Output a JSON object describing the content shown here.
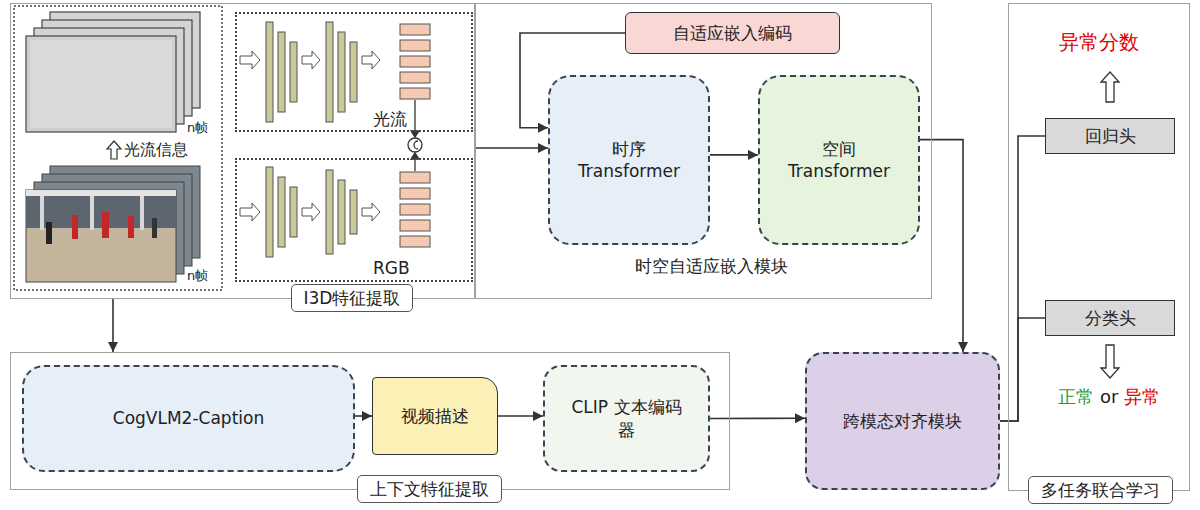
{
  "diagram": {
    "nodes": [
      {
        "text": [
          "I3D特征提取"
        ]
      },
      {
        "text": [
          "光流"
        ],
        "in": 0
      },
      {
        "text": [
          "RGB"
        ],
        "in": 0
      },
      {
        "text": [
          "时空自适应嵌入模块"
        ]
      },
      {
        "text": [
          "自适应嵌入编码"
        ],
        "in": 3
      },
      {
        "text": [
          "时序 Transformer"
        ],
        "in": 3
      },
      {
        "text": [
          "空间 Transformer"
        ],
        "in": 3
      },
      {
        "text": [
          "多任务联合学习"
        ]
      },
      {
        "text": [
          "回归头"
        ],
        "in": 7
      },
      {
        "text": [
          "分类头"
        ],
        "in": 7
      },
      {
        "text": [
          "上下文特征提取"
        ]
      },
      {
        "text": [
          "CogVLM2-Caption"
        ],
        "in": 10
      },
      {
        "text": [
          "视频描述"
        ],
        "in": 10
      },
      {
        "text": [
          "CLIP 文本编码器"
        ],
        "in": 10
      },
      {
        "text": [
          "跨模态对齐模块"
        ]
      }
    ],
    "edges": [
      {
        "from": 0,
        "to": 5,
        "arrow": "to"
      },
      {
        "from": 4,
        "to": 5,
        "arrow": "to"
      },
      {
        "from": 5,
        "to": 6,
        "arrow": "to"
      },
      {
        "from": 6,
        "to": 14,
        "arrow": "to"
      },
      {
        "from": 0,
        "to": 10,
        "arrow": "to"
      },
      {
        "from": 11,
        "to": 12,
        "arrow": "to"
      },
      {
        "from": 12,
        "to": 13,
        "arrow": "to"
      },
      {
        "from": 13,
        "to": 14,
        "arrow": "to"
      },
      {
        "from": 14,
        "to": 8,
        "arrow": "none"
      },
      {
        "from": 14,
        "to": 9,
        "arrow": "none"
      }
    ],
    "labels": [
      "光流信息",
      "n帧",
      "n帧",
      "异常分数",
      "正常",
      "or",
      "异常"
    ]
  }
}
